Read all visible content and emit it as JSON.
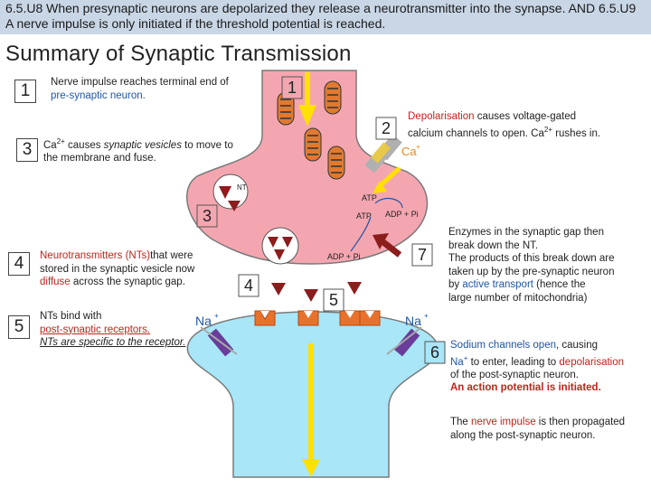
{
  "header": {
    "text": "6.5.U8 When presynaptic neurons are depolarized they release a neurotransmitter into the synapse. AND 6.5.U9 A nerve impulse is only initiated if the threshold potential is reached."
  },
  "title": "Summary of Synaptic Transmission",
  "steps": {
    "s1": {
      "number": "1",
      "text_a": "Nerve impulse reaches terminal end of",
      "text_b": "pre-synaptic neuron."
    },
    "s2": {
      "number": "2",
      "red": "Depolarisation",
      "rest1": " causes voltage-gated",
      "line2": "calcium channels to open. Ca",
      "sup": "2+",
      "rest2": " rushes in."
    },
    "s3": {
      "number": "3",
      "ca": "Ca",
      "sup": "2+",
      "rest1": " causes ",
      "ital": "synaptic vesicles",
      "rest2": " to move to",
      "line2": "the membrane and fuse."
    },
    "s4": {
      "number": "4",
      "red": "Neurotransmitters (NTs)",
      "rest1": "that were",
      "line2": "stored in the synaptic vesicle now",
      "red2": "diffuse",
      "rest3": " across the synaptic gap."
    },
    "s5": {
      "number": "5",
      "line1": "NTs bind with",
      "red": "post-synaptic receptors.",
      "line3": "NTs are specific to the receptor."
    },
    "s6": {
      "number": "6",
      "blue": "Sodium channels open",
      "rest1": ", causing",
      "na": "Na",
      "sup": "+",
      "rest2": " to enter, leading to ",
      "red": "depolarisation",
      "line3": "of the post-synaptic neuron.",
      "line4": "An action potential is initiated."
    },
    "s7": {
      "number": "7",
      "line1": "Enzymes in the synaptic gap then",
      "line2": "break down the NT.",
      "line3": "The products of this break down are",
      "line4": "taken up by the pre-synaptic neuron",
      "by": "by ",
      "blue": "active transport",
      "rest": " (hence the",
      "line6": "large number of mitochondria)"
    },
    "final": {
      "pre": "The ",
      "red": "nerve impulse",
      "rest": " is then propagated",
      "line2": "along the post-synaptic neuron."
    }
  },
  "diagram_labels": {
    "ca": "Ca",
    "ca_sup": "+",
    "atp1": "ATP",
    "atp2": "ATP",
    "adp_pi_1": "ADP + Pi",
    "adp_pi_2": "ADP + Pi",
    "nt": "NT",
    "na_left": "Na",
    "na_right": "Na",
    "na_sup": "+"
  },
  "diagram_numbers": {
    "n1": "1",
    "n2": "2",
    "n3": "3",
    "n4": "4",
    "n5": "5",
    "n6": "6",
    "n7": "7"
  },
  "colors": {
    "pre_synaptic": "#f4a6b0",
    "post_synaptic": "#a8e6f8",
    "neurotransmitter": "#8c1d1d",
    "receptor": "#e8722c",
    "sodium_channel": "#6a3d9a",
    "impulse_arrow": "#ffe000",
    "mitochondria": "#e07a30",
    "text_red": "#c0241b",
    "text_blue": "#1f55a8"
  }
}
